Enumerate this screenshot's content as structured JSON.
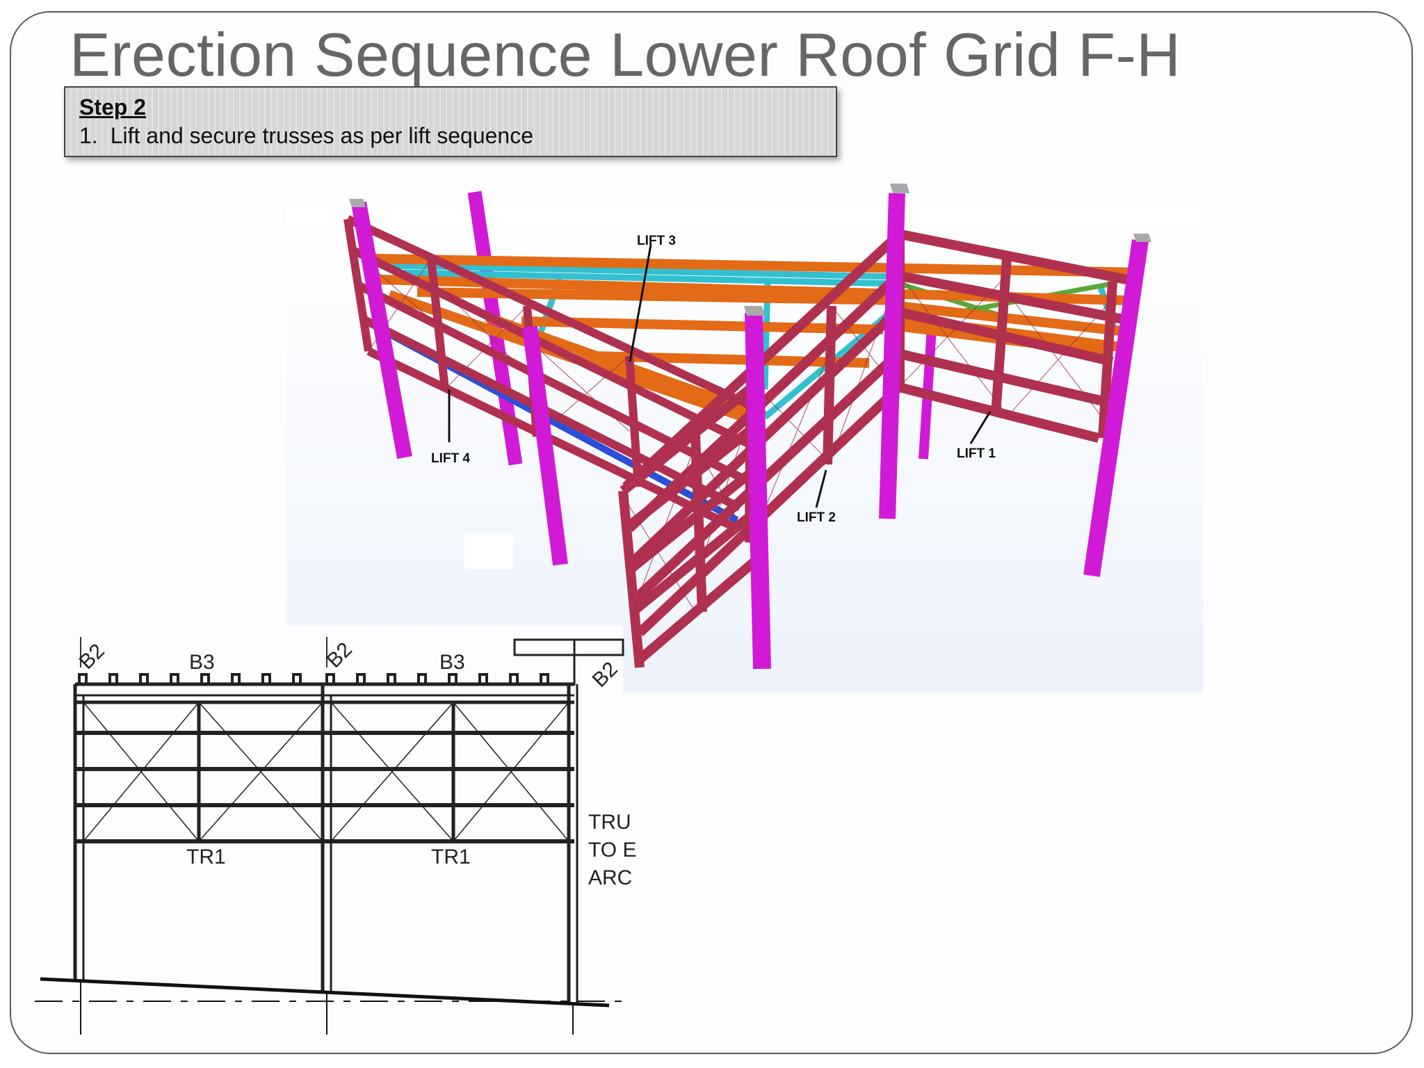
{
  "slide": {
    "title": "Erection Sequence Lower Roof Grid F-H"
  },
  "step_box": {
    "heading": "Step 2",
    "items": [
      {
        "number": "1.",
        "text": "Lift and secure trusses as per lift sequence"
      }
    ]
  },
  "model": {
    "lift_labels": [
      "LIFT 1",
      "LIFT 2",
      "LIFT 3",
      "LIFT 4"
    ],
    "colors": {
      "truss": "#b0314f",
      "column": "#d11ad6",
      "purlin": "#e36a16",
      "bracing_cyan": "#32c0d0",
      "bracing_green": "#5aa83a",
      "beam_blue": "#2a4fd8",
      "cap": "#a9a9a9"
    }
  },
  "drawing": {
    "labels": {
      "b2_a": "B2",
      "b3_a": "B3",
      "b2_b": "B2",
      "b3_b": "B3",
      "b2_c": "B2",
      "tr1_a": "TR1",
      "tr1_b": "TR1",
      "note_1": "TRU",
      "note_2": "TO E",
      "note_3": "ARC"
    }
  }
}
